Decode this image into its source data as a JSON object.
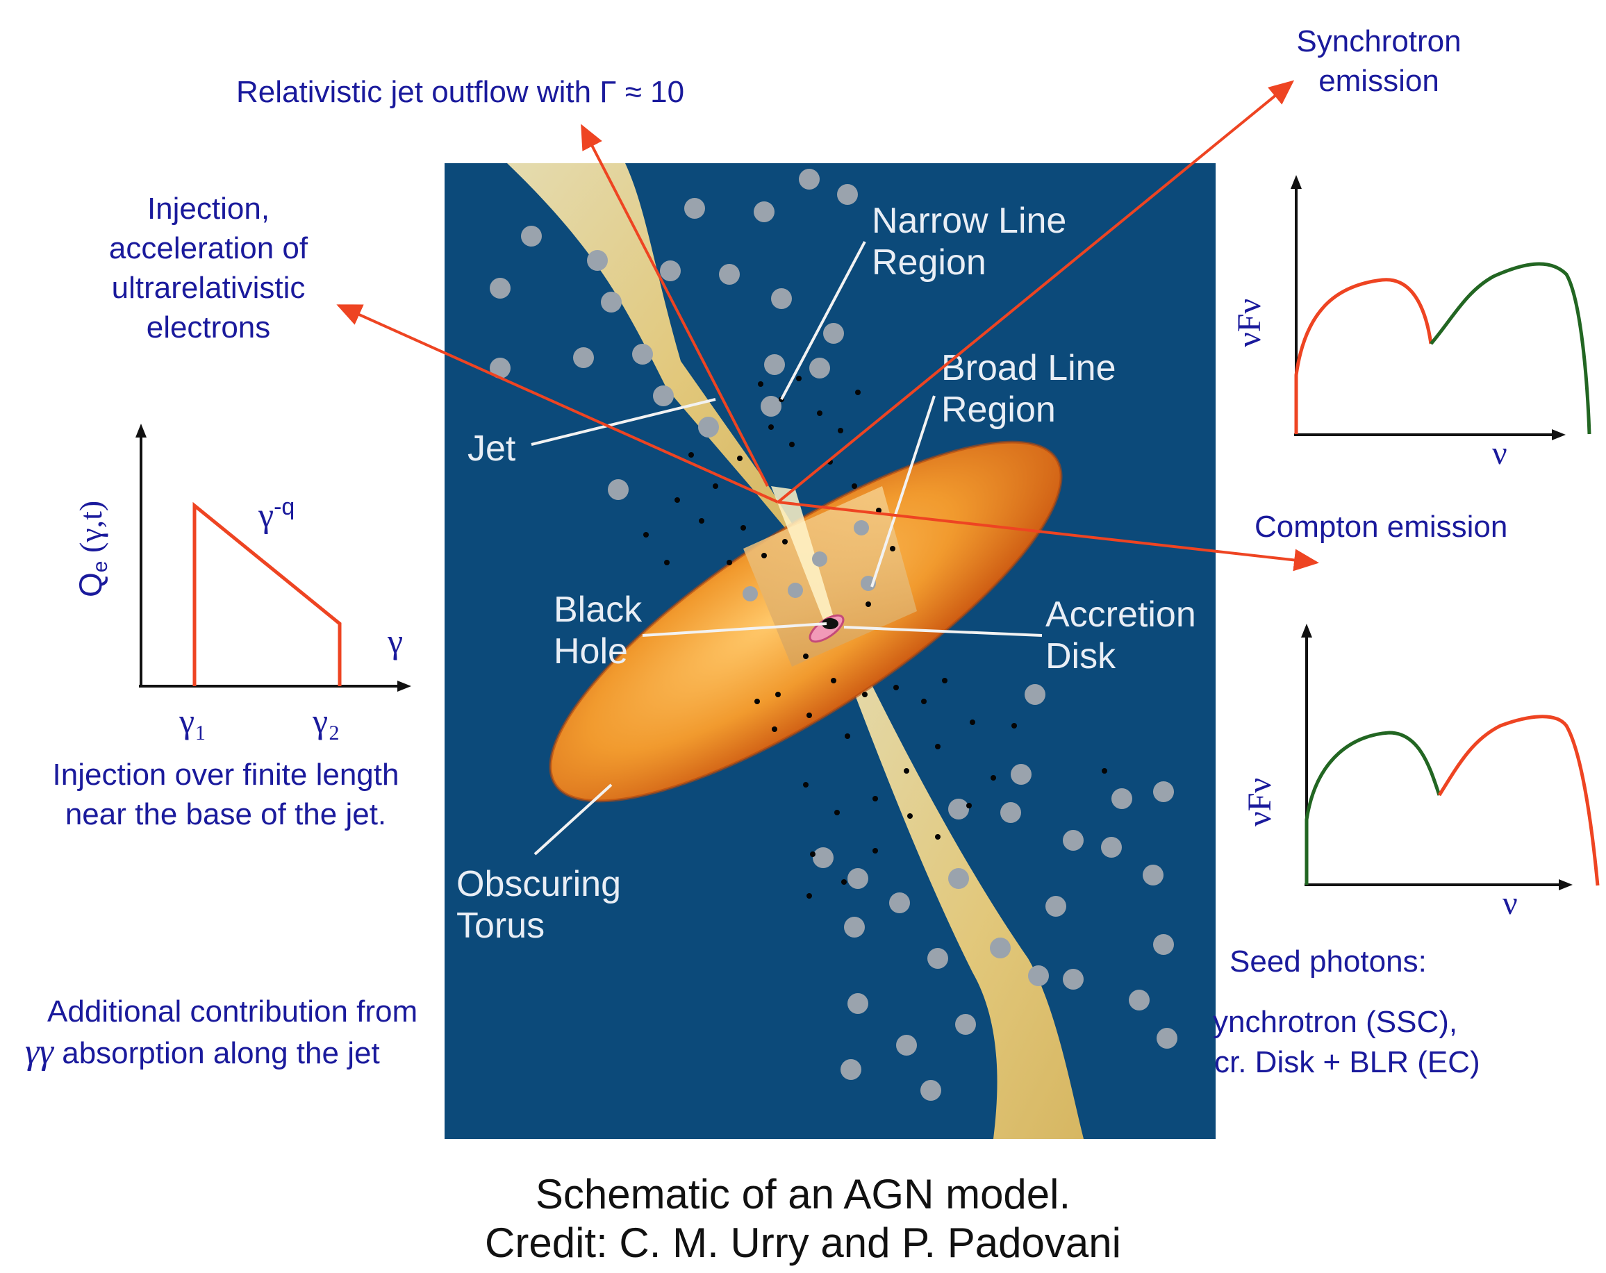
{
  "labels": {
    "jet_outflow": "Relativistic jet outflow with Γ ≈ 10",
    "synchrotron": [
      "Synchrotron",
      "emission"
    ],
    "injection": [
      "Injection,",
      "acceleration of",
      "ultrarelativistic",
      "electrons"
    ],
    "compton": "Compton emission",
    "injection_finite": [
      "Injection over finite length",
      "near the base of the jet."
    ],
    "additional": [
      "Additional contribution from",
      "absorption along the jet"
    ],
    "gamma_gamma": "γγ",
    "seed": [
      "Seed photons:",
      "ynchrotron (SSC),",
      "cr. Disk + BLR (EC)"
    ]
  },
  "injection_plot": {
    "ylabel": "Qe (γ,t)",
    "ylabel_main": "Q",
    "ylabel_sub": "e",
    "ylabel_rest": " (γ,t)",
    "xlabel": "γ",
    "slope_label": "γ",
    "slope_exp": "-q",
    "tick1": "γ₁",
    "tick2": "γ₂",
    "color": "#ee4422"
  },
  "sed_plots": [
    {
      "ylabel": "νFν",
      "xlabel": "ν",
      "low_hump_color": "#ee4422",
      "high_hump_color": "#226622"
    },
    {
      "ylabel": "νFν",
      "xlabel": "ν",
      "low_hump_color": "#226622",
      "high_hump_color": "#ee4422"
    }
  ],
  "agn_image": {
    "background": "#0c4a7a",
    "labels": {
      "narrow": [
        "Narrow Line",
        "Region"
      ],
      "broad": [
        "Broad Line",
        "Region"
      ],
      "jet": "Jet",
      "black_hole": [
        "Black",
        "Hole"
      ],
      "accretion": [
        "Accretion",
        "Disk"
      ],
      "torus": [
        "Obscuring",
        "Torus"
      ]
    }
  },
  "caption": [
    "Schematic of an AGN model.",
    "Credit: C. M. Urry and P. Padovani"
  ],
  "colors": {
    "label_text": "#1a1a9c",
    "arrow": "#ee4422",
    "caption": "#111111"
  }
}
